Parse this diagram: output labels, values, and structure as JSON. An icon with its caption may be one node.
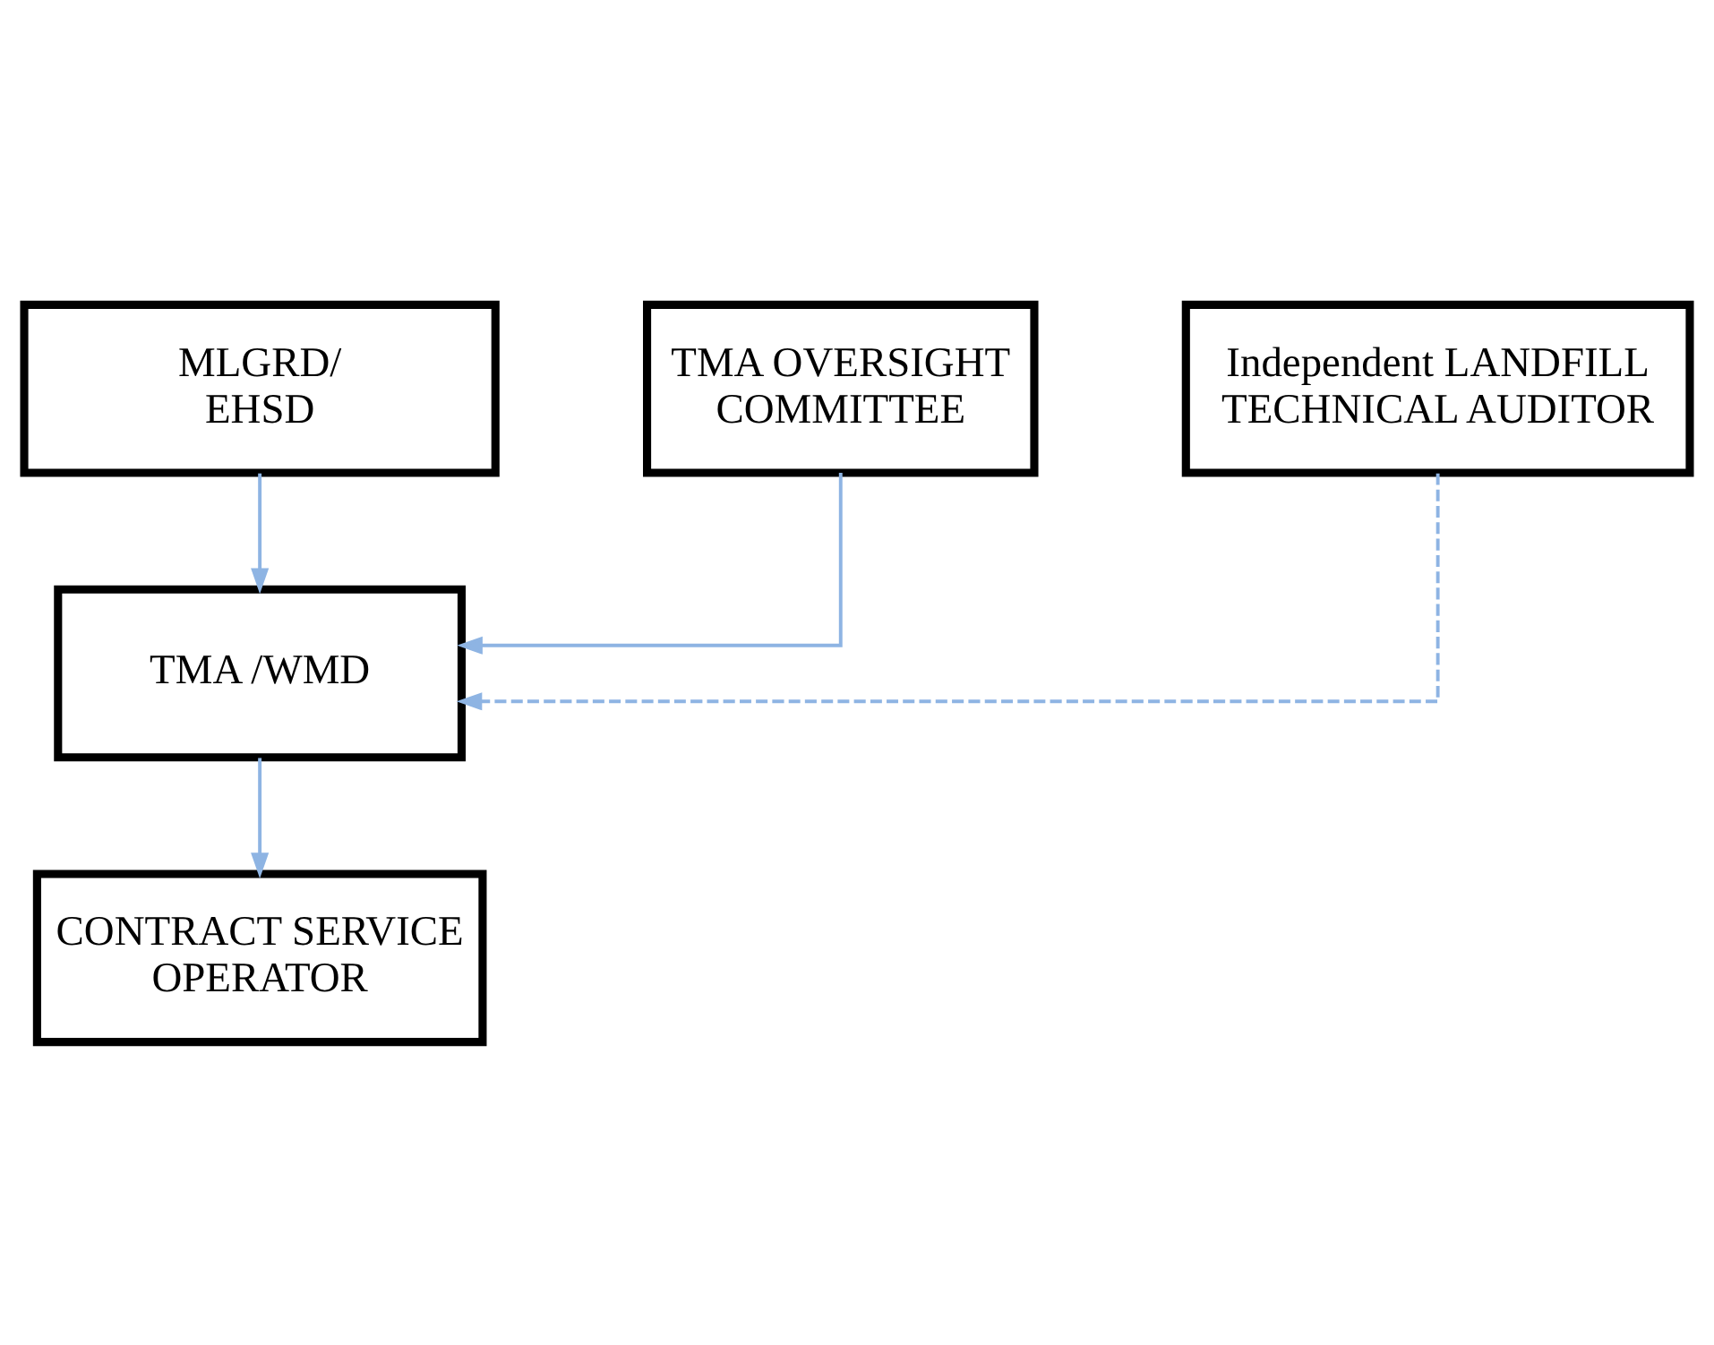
{
  "diagram": {
    "nodes": [
      {
        "text": [
          "MLGRD/ EHSD"
        ]
      },
      {
        "text": [
          "TMA OVERSIGHT COMMITTEE"
        ]
      },
      {
        "text": [
          "Independent LANDFILL TECHNICAL AUDITOR"
        ]
      },
      {
        "text": [
          "TMA /WMD"
        ]
      },
      {
        "text": [
          "CONTRACT SERVICE OPERATOR"
        ]
      }
    ],
    "edges": [
      {
        "from": 0,
        "to": 3,
        "arrow": "to"
      },
      {
        "from": 1,
        "to": 3,
        "arrow": "to"
      },
      {
        "from": 2,
        "to": 3,
        "arrow": "to",
        "style": "dashed"
      },
      {
        "from": 3,
        "to": 4,
        "arrow": "to"
      }
    ]
  }
}
